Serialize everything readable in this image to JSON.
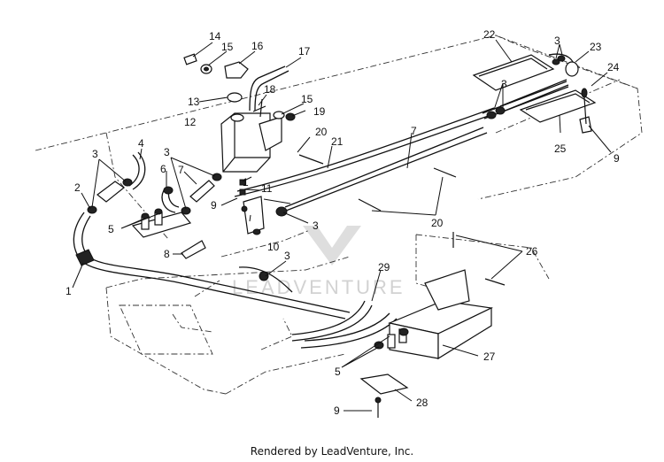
{
  "labels": [
    "1",
    "2",
    "3",
    "4",
    "5",
    "6",
    "7",
    "8",
    "9",
    "10",
    "11",
    "12",
    "13",
    "14",
    "15",
    "16",
    "17",
    "18",
    "19",
    "20",
    "21",
    "22",
    "23",
    "24",
    "25",
    "26",
    "27",
    "28",
    "29"
  ],
  "watermark": "LEADVENTURE",
  "footer": "Rendered by LeadVenture, Inc."
}
